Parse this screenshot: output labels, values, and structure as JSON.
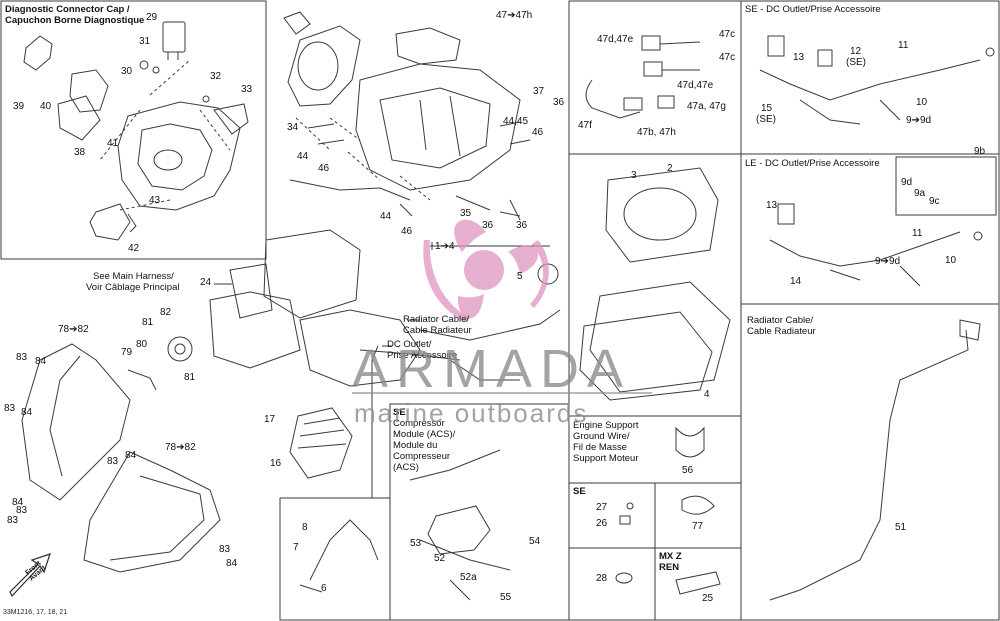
{
  "document_code": "33M1216, 17, 18, 21",
  "watermark": {
    "title": "ARMADA",
    "subtitle": "marine outboards"
  },
  "panels": {
    "diagnostic": [
      "Diagnostic Connector Cap /",
      "Capuchon Borne Diagnostique"
    ],
    "se_dc_outlet": "SE  -  DC Outlet/Prise Accessoire",
    "le_dc_outlet": "LE  -  DC Outlet/Prise Accessoire",
    "radiator_cable": [
      "Radiator Cable/",
      "Cable Radiateur"
    ],
    "compressor": [
      "SE",
      "Compressor",
      "Module (ACS)/",
      "Module du",
      "Compresseur",
      "(ACS)"
    ],
    "engine_support": [
      "Engine Support",
      "Ground Wire/",
      "Fil de Masse",
      "Support Moteur"
    ],
    "se_small": "SE",
    "mx_z_ren": [
      "MX Z",
      "REN"
    ]
  },
  "callouts": {
    "see_main_harness": [
      "See Main Harness/",
      "Voir Câblage Principal"
    ],
    "radiator_cable": [
      "Radiator Cable/",
      "Cable Radiateur"
    ],
    "dc_outlet": [
      "DC Outlet/",
      "Prise Accessoire"
    ],
    "front": [
      "Front",
      "Avant"
    ]
  },
  "part_labels": [
    "29",
    "31",
    "30",
    "32",
    "33",
    "39",
    "40",
    "38",
    "41",
    "43",
    "42",
    "47➔47h",
    "37",
    "36",
    "34",
    "44,45",
    "46",
    "44",
    "46",
    "44",
    "46",
    "35",
    "36",
    "36",
    "47d,47e",
    "47c",
    "47c",
    "47d,47e",
    "47a, 47g",
    "47f",
    "47b, 47h",
    "13",
    "12",
    "(SE)",
    "11",
    "15",
    "(SE)",
    "10",
    "9➔9d",
    "9b",
    "9d",
    "9a",
    "9c",
    "13",
    "11",
    "14",
    "9➔9d",
    "10",
    "1➔4",
    "3",
    "2",
    "5",
    "4",
    "24",
    "78➔82",
    "81",
    "82",
    "80",
    "79",
    "81",
    "83",
    "84",
    "83",
    "84",
    "17",
    "16",
    "78➔82",
    "83",
    "84",
    "83",
    "84",
    "83",
    "84",
    "83",
    "8",
    "7",
    "6",
    "53",
    "52",
    "52a",
    "54",
    "55",
    "56",
    "27",
    "26",
    "77",
    "51",
    "28",
    "25"
  ],
  "colors": {
    "line": "#3a3a3a",
    "watermark_pink": "#dc8fbd",
    "watermark_gray": "#8a8a8a"
  }
}
